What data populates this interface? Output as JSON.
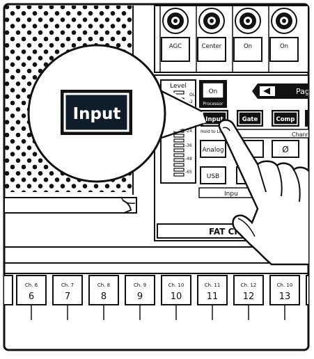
{
  "knobs": [
    {
      "label": "AGC"
    },
    {
      "label": "Center"
    },
    {
      "label": "On"
    },
    {
      "label": "On"
    }
  ],
  "meter": {
    "title": "Level",
    "ticks": [
      "OL",
      "-2",
      "-24",
      "-36",
      "-48",
      "-65"
    ]
  },
  "processor": {
    "on_label": "On",
    "caption": "Processor"
  },
  "page_tab": {
    "label": "Pag",
    "icon": "left-arrow-icon"
  },
  "buttons": {
    "input": "Input",
    "gate": "Gate",
    "comp": "Comp",
    "analog": "Analog",
    "usb": "USB",
    "phase": "Ø"
  },
  "captions": {
    "hold": "Hold to Lo",
    "channel": "Chann",
    "inpu": "Inpu",
    "fat": "FAT CH"
  },
  "callout": {
    "label": "Input"
  },
  "channels": [
    {
      "name": "Ch. 6",
      "number": "6"
    },
    {
      "name": "Ch. 7",
      "number": "7"
    },
    {
      "name": "Ch. 8",
      "number": "8"
    },
    {
      "name": "Ch. 9",
      "number": "9"
    },
    {
      "name": "Ch. 10",
      "number": "10"
    },
    {
      "name": "Ch. 11",
      "number": "11"
    },
    {
      "name": "Ch. 12",
      "number": "12"
    },
    {
      "name": "Ch. 10",
      "number": "13"
    }
  ],
  "colors": {
    "ink": "#111111",
    "paper": "#ffffff",
    "screen": "#0f1d2b"
  }
}
